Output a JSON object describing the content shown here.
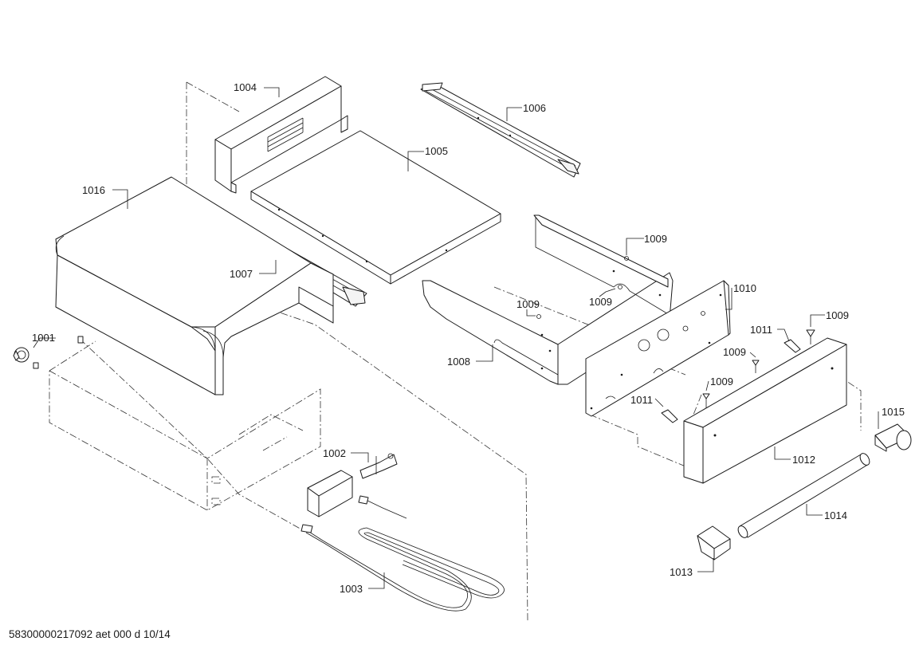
{
  "labels": {
    "p1001": "1001",
    "p1002": "1002",
    "p1003": "1003",
    "p1004": "1004",
    "p1005": "1005",
    "p1006": "1006",
    "p1007": "1007",
    "p1008": "1008",
    "p1009a": "1009",
    "p1009b": "1009",
    "p1009c": "1009",
    "p1009d": "1009",
    "p1009e": "1009",
    "p1009f": "1009",
    "p1010": "1010",
    "p1011a": "1011",
    "p1011b": "1011",
    "p1012": "1012",
    "p1013": "1013",
    "p1014": "1014",
    "p1015": "1015",
    "p1016": "1016"
  },
  "footer": {
    "document_id": "58300000217092 aet 000 d 10/14"
  }
}
